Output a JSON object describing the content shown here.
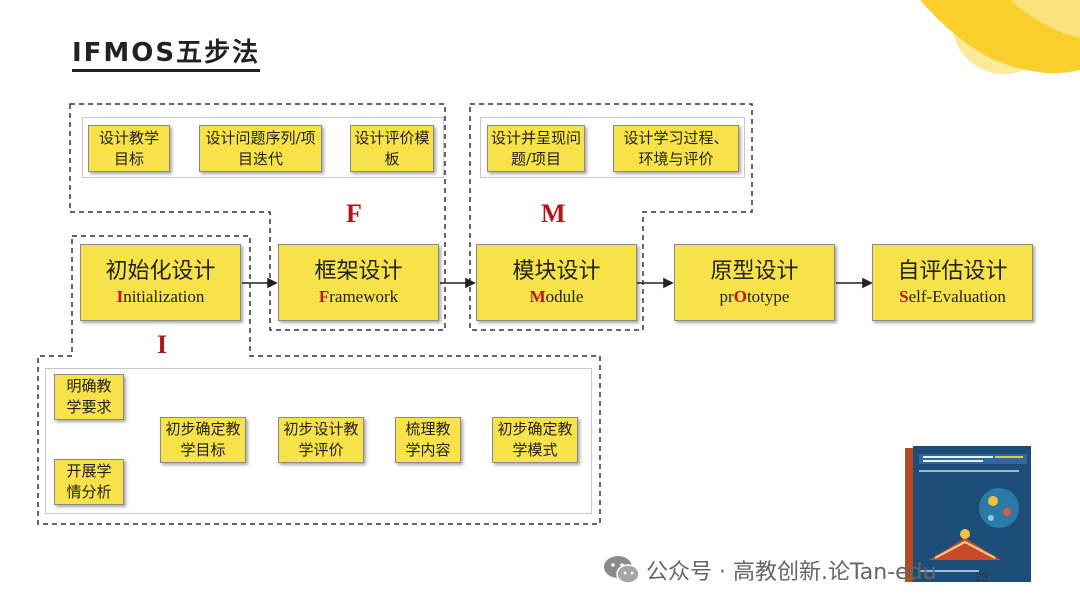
{
  "title": "IFMOS五步法",
  "phases": [
    {
      "cn": "初始化设计",
      "en_first": "I",
      "en_rest": "nitialization"
    },
    {
      "cn": "框架设计",
      "en_first": "F",
      "en_rest": "ramework"
    },
    {
      "cn": "模块设计",
      "en_first": "M",
      "en_rest": "odule"
    },
    {
      "cn": "原型设计",
      "en_pre": "pr",
      "en_first": "O",
      "en_rest": "totype"
    },
    {
      "cn": "自评估设计",
      "en_first": "S",
      "en_rest": "elf-Evaluation"
    }
  ],
  "letters": {
    "F": "F",
    "M": "M",
    "I": "I"
  },
  "f_steps": [
    "设计教学目标",
    "设计问题序列/项目迭代",
    "设计评价模板"
  ],
  "m_steps": [
    "设计并呈现问题/项目",
    "设计学习过程、环境与评价"
  ],
  "i_steps": {
    "inputs": [
      "明确教学要求",
      "开展学情分析"
    ],
    "chain": [
      "初步确定教学目标",
      "初步设计教学评价",
      "梳理教学内容",
      "初步确定教学模式"
    ]
  },
  "page_number": "25",
  "watermark": "公众号 · 高教创新.论Tan-edu",
  "colors": {
    "box": "#f7e24a",
    "accent_red": "#c01818",
    "deco": "#f9cf2b"
  }
}
